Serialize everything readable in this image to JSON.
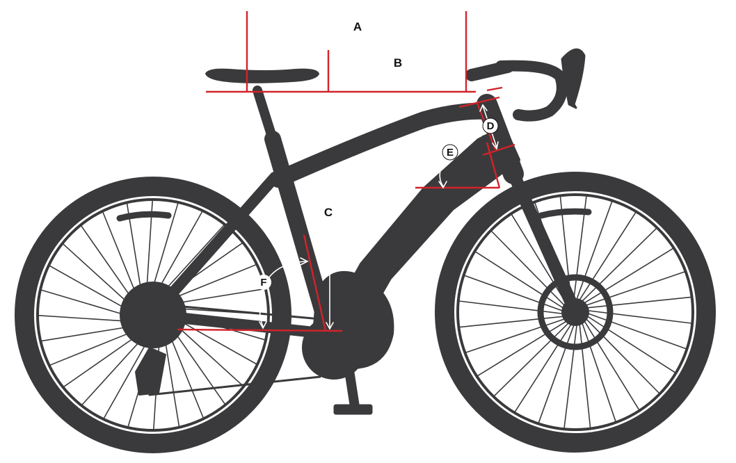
{
  "labels": {
    "a": "A",
    "b": "B",
    "c": "C",
    "d": "D",
    "e": "E",
    "f": "F"
  },
  "colors": {
    "bike": "#3a3a3c",
    "measure": "#d2232a",
    "arrow": "#ffffff",
    "label": "#111111"
  }
}
